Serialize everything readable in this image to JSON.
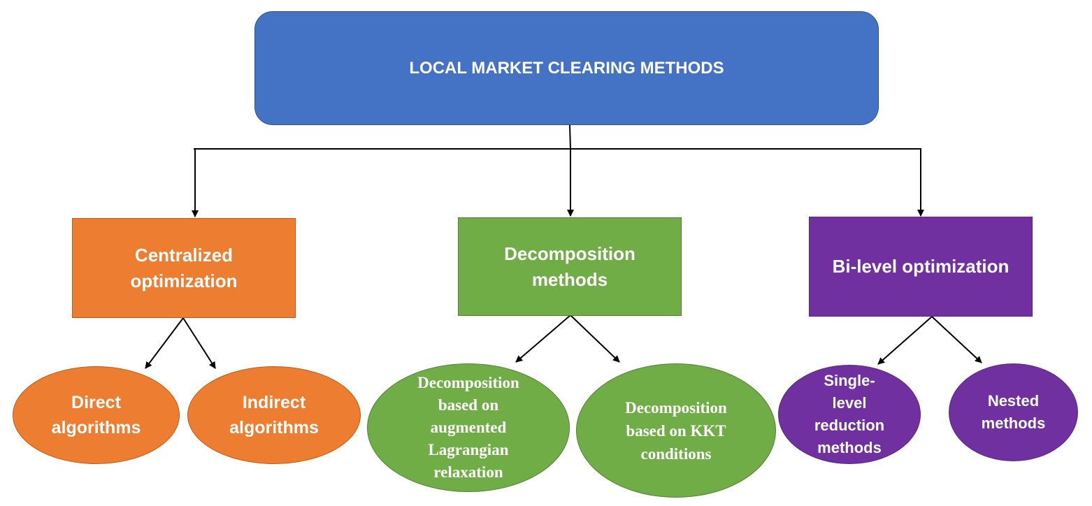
{
  "root": {
    "label": "LOCAL MARKET CLEARING METHODS",
    "color": "#4472c4"
  },
  "categories": [
    {
      "label_lines": [
        "Centralized",
        "optimization"
      ],
      "color": "#ed7d31",
      "children": [
        {
          "label_lines": [
            "Direct",
            "algorithms"
          ]
        },
        {
          "label_lines": [
            "Indirect",
            "algorithms"
          ]
        }
      ]
    },
    {
      "label_lines": [
        "Decomposition",
        "methods"
      ],
      "color": "#70ad47",
      "children": [
        {
          "label_lines": [
            "Decomposition",
            "based on",
            "augmented",
            "Lagrangian",
            "relaxation"
          ]
        },
        {
          "label_lines": [
            "Decomposition",
            "based on KKT",
            "conditions"
          ]
        }
      ]
    },
    {
      "label_lines": [
        "Bi-level optimization"
      ],
      "color": "#7030a0",
      "children": [
        {
          "label_lines": [
            "Single-",
            "level",
            "reduction",
            "methods"
          ]
        },
        {
          "label_lines": [
            "Nested",
            "methods"
          ]
        }
      ]
    }
  ]
}
